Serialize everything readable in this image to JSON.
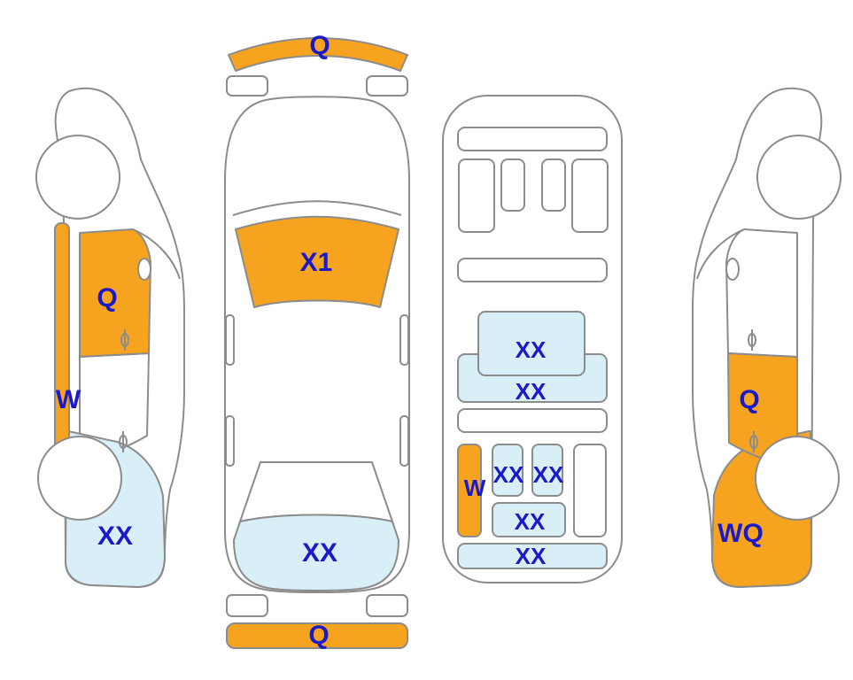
{
  "colors": {
    "orange": "#F6A320",
    "blue": "#D9EFF8",
    "label": "#1A1AC9",
    "outline": "#8C8C8C",
    "background": "#FFFFFF"
  },
  "views": {
    "left_side": {
      "door": "Q",
      "rocker": "W",
      "rear_quarter": "XX"
    },
    "top": {
      "front_bumper": "Q",
      "windshield": "X1",
      "rear": "XX",
      "rear_bumper": "Q"
    },
    "interior": {
      "front_mat": "XX",
      "front_band": "XX",
      "left_strip": "W",
      "seat_left": "XX",
      "seat_right": "XX",
      "rear_mat": "XX",
      "rear_band": "XX"
    },
    "right_side": {
      "door": "Q",
      "rear_quarter": "WQ"
    }
  }
}
